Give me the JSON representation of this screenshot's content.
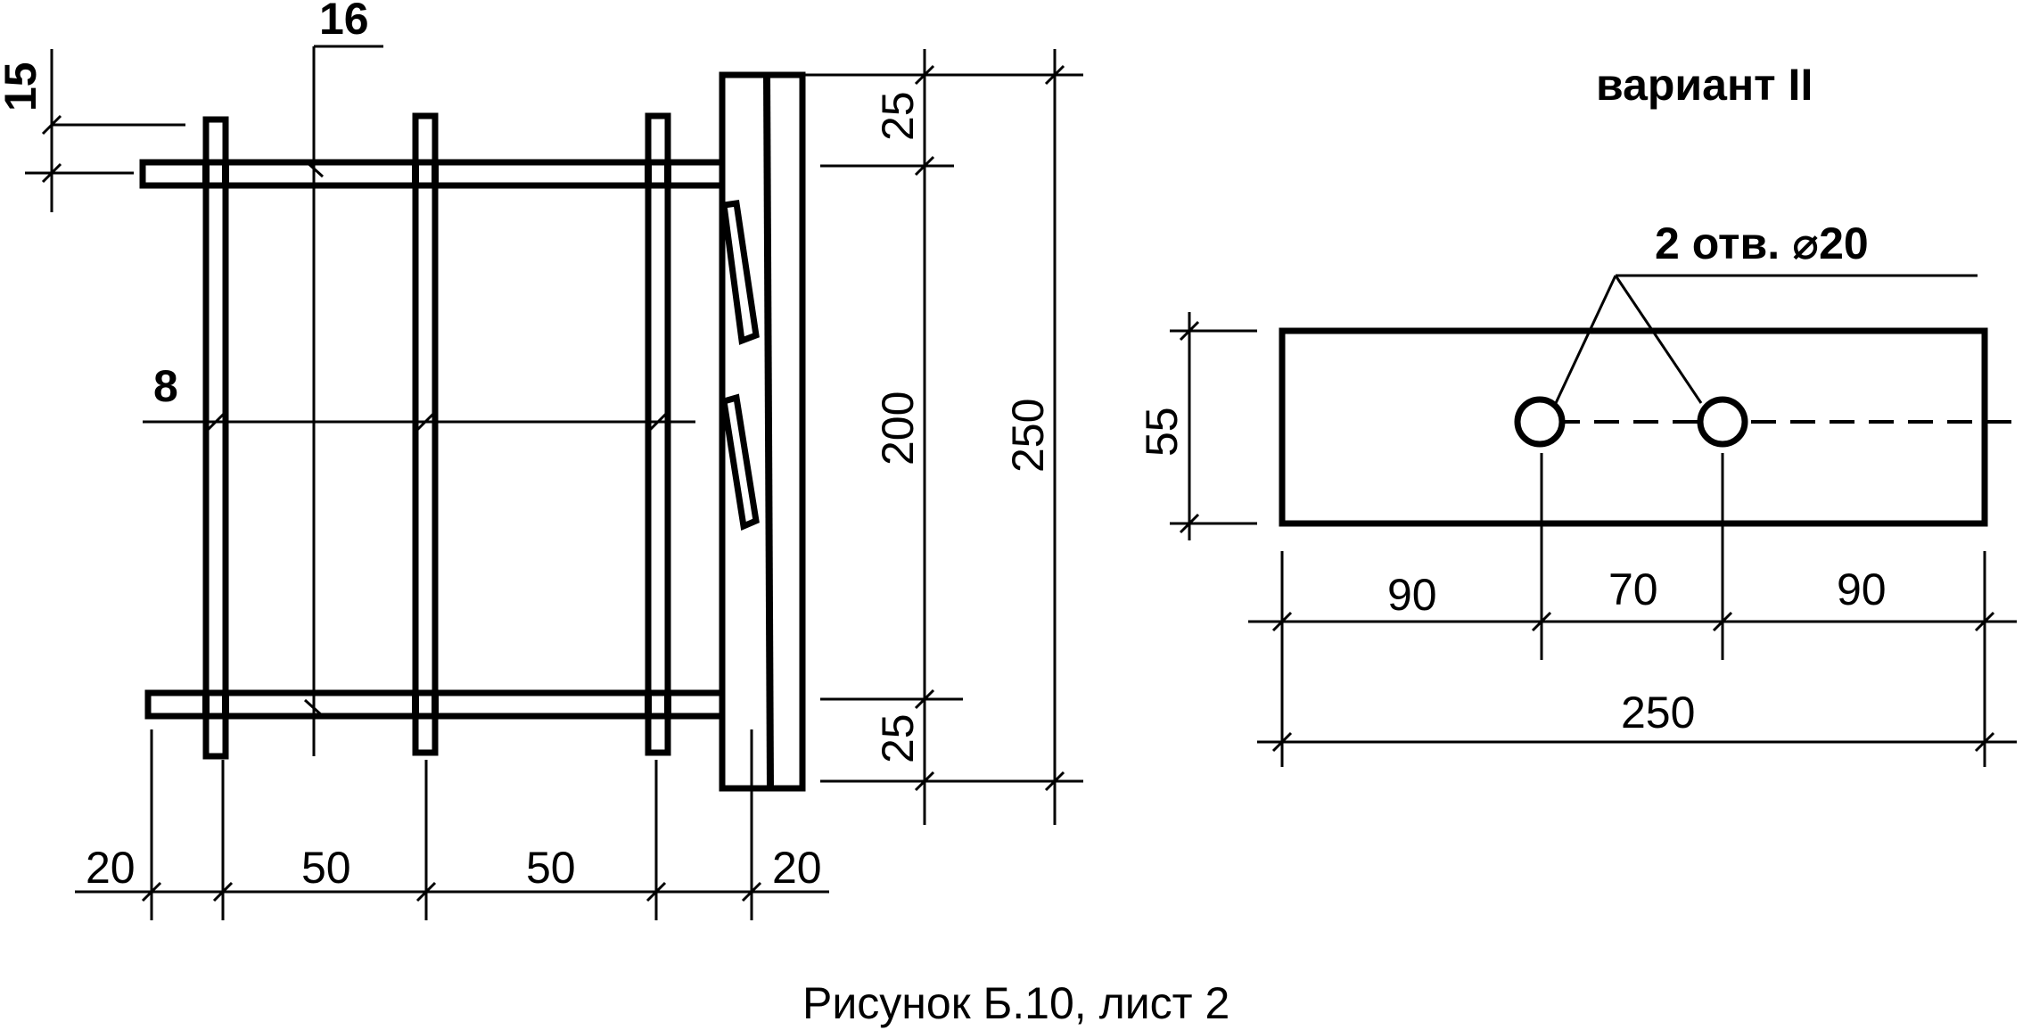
{
  "left_view": {
    "dims": {
      "d15": "15",
      "d16": "16",
      "d8": "8",
      "d25_top": "25",
      "d200": "200",
      "d25_bottom": "25",
      "d250": "250",
      "d20_left": "20",
      "d50_a": "50",
      "d50_b": "50",
      "d20_right": "20"
    }
  },
  "right_view": {
    "title": "вариант II",
    "holes_label": "2 отв. ⌀20",
    "dims": {
      "d55": "55",
      "d90_left": "90",
      "d70": "70",
      "d90_right": "90",
      "d250": "250"
    }
  },
  "caption": "Рисунок Б.10, лист 2"
}
